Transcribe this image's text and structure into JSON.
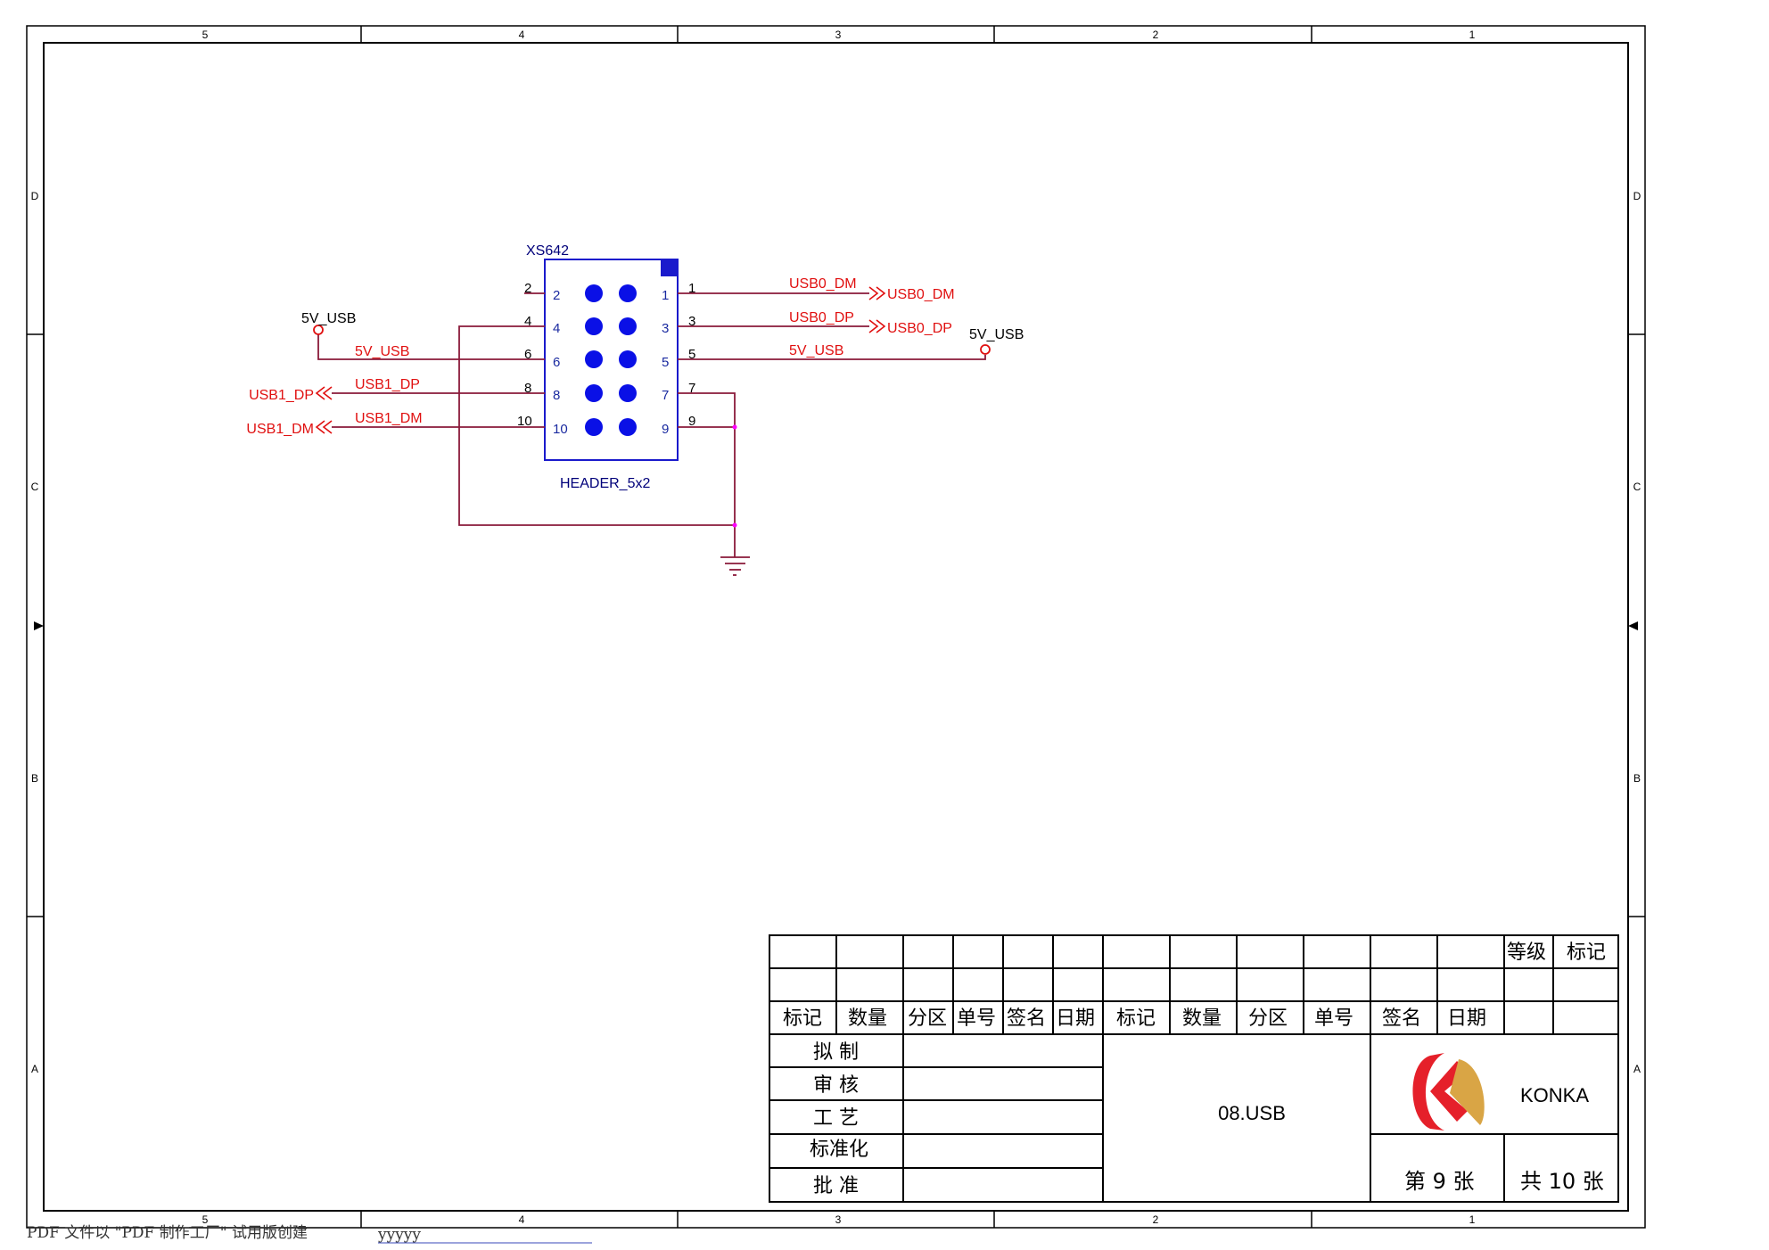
{
  "frame": {
    "col_labels": [
      "5",
      "4",
      "3",
      "2",
      "1"
    ],
    "row_labels": [
      "D",
      "C",
      "B",
      "A"
    ]
  },
  "component": {
    "refdes": "XS642",
    "value": "HEADER_5x2",
    "pins_left": [
      "2",
      "4",
      "6",
      "8",
      "10"
    ],
    "pins_right": [
      "1",
      "3",
      "5",
      "7",
      "9"
    ]
  },
  "nets": {
    "usb0_dm": "USB0_DM",
    "usb0_dp": "USB0_DP",
    "usb1_dp": "USB1_DP",
    "usb1_dm": "USB1_DM",
    "v5_usb": "5V_USB"
  },
  "title_block": {
    "grade": "等级",
    "mark": "标记",
    "headers": [
      "标记",
      "数量",
      "分区",
      "单号",
      "签名",
      "日期",
      "标记",
      "数量",
      "分区",
      "单号",
      "签名",
      "日期"
    ],
    "roles": [
      "拟 制",
      "审 核",
      "工 艺",
      "标准化",
      "批 准"
    ],
    "drawing_title": "08.USB",
    "company": "KONKA",
    "sheet": "第 9 张",
    "total": "共 10 张"
  },
  "footer": {
    "text": "PDF 文件以 \"PDF 制作工厂\" 试用版创建",
    "link": "yyyyy"
  },
  "colors": {
    "wire": "#8a1a3a",
    "net": "#e01010",
    "component": "#1a1acc",
    "logo_red": "#e5202a",
    "logo_gold": "#d9a545"
  }
}
